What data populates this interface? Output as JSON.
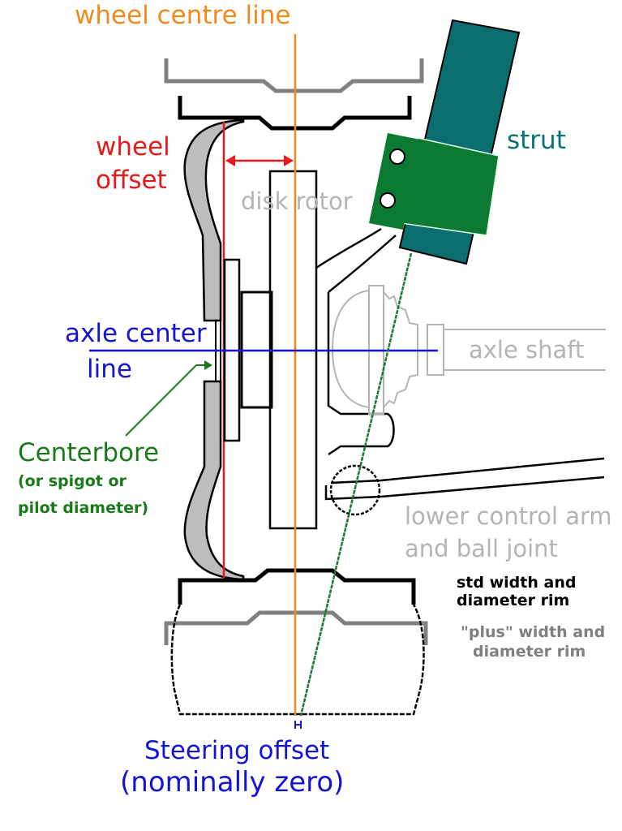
{
  "title": "Wheel offset and steering geometry diagram",
  "colors": {
    "wheel_centre": "#f08a1c",
    "wheel_offset": "#e51b1b",
    "axle_center": "#1414d2",
    "centerbore": "#1a7a1a",
    "strut": "#0a7272",
    "strut_bracket": "#0a7a32",
    "muted": "#b4b4b4",
    "std_rim": "#000000",
    "plus_rim": "#808080",
    "steering_offset": "#1414d2"
  },
  "labels": {
    "wheel_centre_line": "wheel centre line",
    "wheel_offset_1": "wheel",
    "wheel_offset_2": "offset",
    "strut": "strut",
    "disk_rotor": "disk rotor",
    "axle_center_1": "axle center",
    "axle_center_2": "line",
    "axle_shaft": "axle shaft",
    "centerbore": "Centerbore",
    "centerbore_note_1": "(or spigot or",
    "centerbore_note_2": "pilot diameter)",
    "lower_control_arm_1": "lower control arm",
    "lower_control_arm_2": "and ball joint",
    "std_rim_1": "std width and",
    "std_rim_2": "diameter rim",
    "plus_rim_1": "\"plus\" width and",
    "plus_rim_2": "diameter rim",
    "steering_offset_1": "Steering offset",
    "steering_offset_2": "(nominally zero)"
  }
}
